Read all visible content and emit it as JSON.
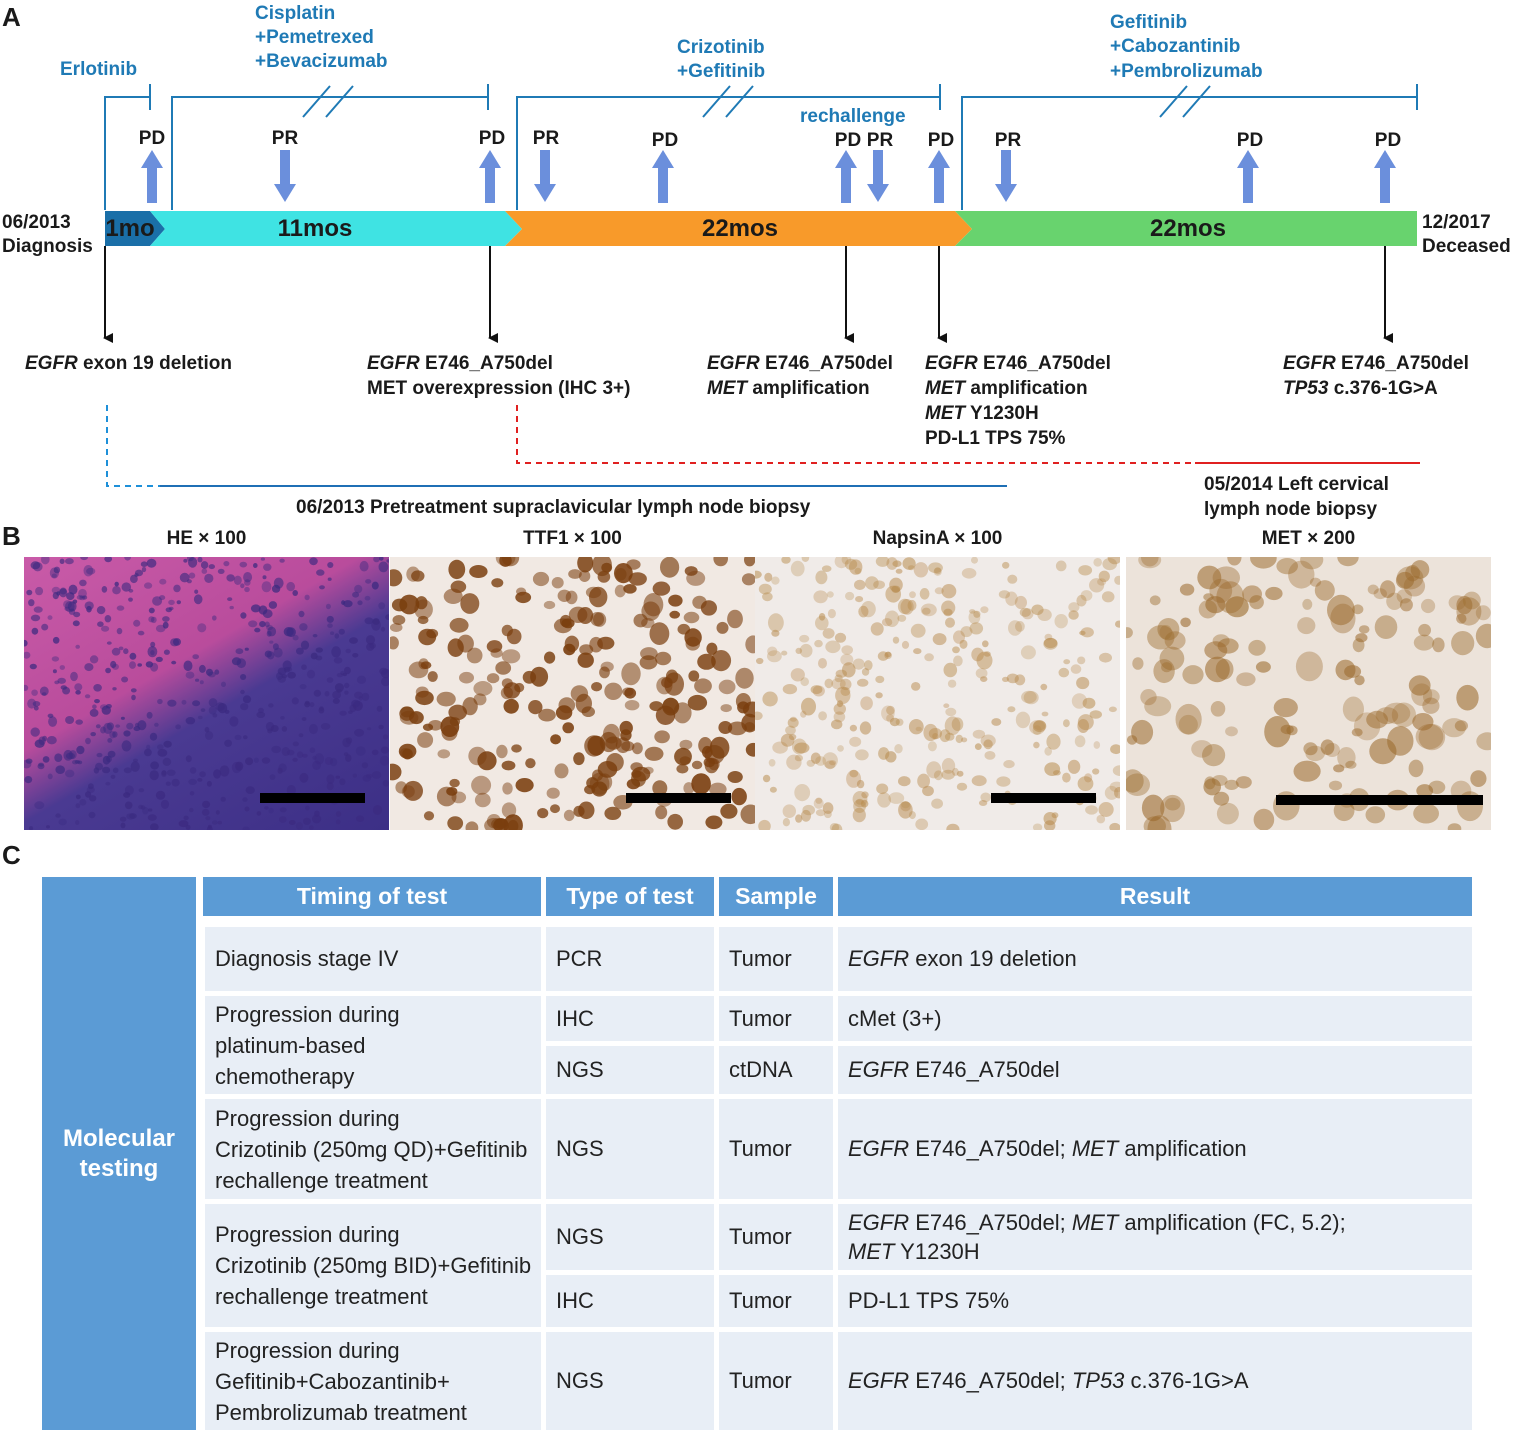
{
  "panels": {
    "a": "A",
    "b": "B",
    "c": "C"
  },
  "timeline": {
    "start_date": "06/2013",
    "start_label": "Diagnosis",
    "end_date": "12/2017",
    "end_label": "Deceased",
    "segments": [
      {
        "label": "1mo",
        "color": "#1a6fa8"
      },
      {
        "label": "11mos",
        "color": "#3fe3e3"
      },
      {
        "label": "22mos",
        "color": "#f89a2a"
      },
      {
        "label": "22mos",
        "color": "#68d36e"
      }
    ],
    "treatments": {
      "t1": [
        "Erlotinib"
      ],
      "t2": [
        "Cisplatin",
        "+Pemetrexed",
        "+Bevacizumab"
      ],
      "t3": [
        "Crizotinib",
        "+Gefitinib"
      ],
      "t3_note": "rechallenge",
      "t4": [
        "Gefitinib",
        "+Cabozantinib",
        "+Pembrolizumab"
      ]
    },
    "events": [
      "PD",
      "PR",
      "PD",
      "PR",
      "PD",
      "PD",
      "PR",
      "PD",
      "PR",
      "PD",
      "PD"
    ],
    "mutations": {
      "m1": {
        "gene": "EGFR",
        "rest": " exon 19 deletion"
      },
      "m2": [
        {
          "gene": "EGFR",
          "rest": " E746_A750del"
        },
        {
          "gene": "",
          "rest": "MET overexpression (IHC 3+)"
        }
      ],
      "m3": [
        {
          "gene": "EGFR",
          "rest": " E746_A750del"
        },
        {
          "gene": "MET",
          "rest": " amplification"
        }
      ],
      "m4": [
        {
          "gene": "EGFR",
          "rest": " E746_A750del"
        },
        {
          "gene": "MET",
          "rest": " amplification"
        },
        {
          "gene": "MET",
          "rest": " Y1230H"
        },
        {
          "gene": "",
          "rest": "PD-L1 TPS 75%"
        }
      ],
      "m5": [
        {
          "gene": "EGFR",
          "rest": " E746_A750del"
        },
        {
          "gene": "TP53",
          "rest": " c.376-1G>A"
        }
      ]
    },
    "biopsy1": "06/2013 Pretreatment supraclavicular lymph node biopsy",
    "biopsy2_l1": "05/2014 Left cervical",
    "biopsy2_l2": "lymph node biopsy"
  },
  "images": [
    {
      "title": "HE × 100",
      "base": "#b0468f",
      "dot": "#3b2a80"
    },
    {
      "title": "TTF1 × 100",
      "base": "#f3ede8",
      "dot": "#7a3e0e"
    },
    {
      "title": "NapsinA × 100",
      "base": "#f2ece6",
      "dot": "#b78a4c"
    },
    {
      "title": "MET × 200",
      "base": "#efe6dc",
      "dot": "#9b6a2c"
    }
  ],
  "table": {
    "side_l1": "Molecular",
    "side_l2": "testing",
    "headers": [
      "Timing of test",
      "Type of test",
      "Sample",
      "Result"
    ],
    "r1": {
      "timing": "Diagnosis stage IV",
      "type": "PCR",
      "sample": "Tumor",
      "gene": "EGFR",
      "rest": " exon 19 deletion"
    },
    "r2": {
      "timing": [
        "Progression during",
        "platinum-based",
        "chemotherapy"
      ],
      "a": {
        "type": "IHC",
        "sample": "Tumor",
        "result": "cMet (3+)"
      },
      "b": {
        "type": "NGS",
        "sample": "ctDNA",
        "gene": "EGFR",
        "rest": " E746_A750del"
      }
    },
    "r3": {
      "timing": [
        "Progression during",
        "Crizotinib (250mg QD)+Gefitinib",
        "rechallenge treatment"
      ],
      "type": "NGS",
      "sample": "Tumor",
      "g1": "EGFR",
      "t1": " E746_A750del; ",
      "g2": "MET",
      "t2": " amplification"
    },
    "r4": {
      "timing": [
        "Progression during",
        "Crizotinib (250mg BID)+Gefitinib",
        "rechallenge treatment"
      ],
      "a": {
        "type": "NGS",
        "sample": "Tumor",
        "g1": "EGFR",
        "t1": " E746_A750del; ",
        "g2": "MET",
        "t2": " amplification (FC, 5.2);",
        "g3": "MET",
        "t3": " Y1230H"
      },
      "b": {
        "type": "IHC",
        "sample": "Tumor",
        "result": "PD-L1 TPS 75%"
      }
    },
    "r5": {
      "timing": [
        "Progression during",
        "Gefitinib+Cabozantinib+",
        "Pembrolizumab treatment"
      ],
      "type": "NGS",
      "sample": "Tumor",
      "g1": "EGFR",
      "t1": " E746_A750del; ",
      "g2": "TP53",
      "t2": " c.376-1G>A"
    }
  }
}
